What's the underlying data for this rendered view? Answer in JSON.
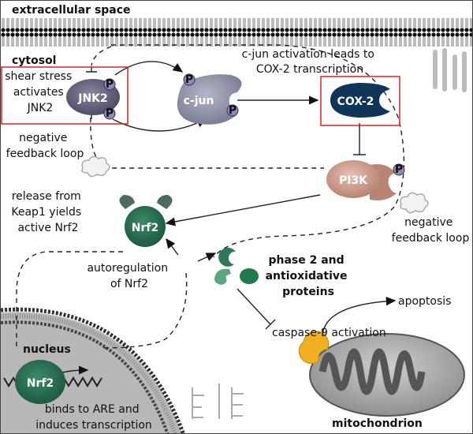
{
  "compartments": {
    "extracellular": "extracellular space",
    "cytosol": "cytosol",
    "nucleus": "nucleus",
    "mitochondrion": "mitochondrion"
  },
  "proteins": {
    "jnk2": "JNK2",
    "cjun": "c-jun",
    "cox2": "COX-2",
    "pi3k": "PI3K",
    "nrf2": "Nrf2",
    "nrf2_nuclear": "Nrf2",
    "phospho": "P"
  },
  "annotations": {
    "shear_stress": [
      "shear stress",
      "activates",
      "JNK2"
    ],
    "cjun_activation": [
      "c-jun activation leads to",
      "COX-2 transcription"
    ],
    "neg_feedback_left": [
      "negative",
      "feedback loop"
    ],
    "neg_feedback_right": [
      "negative",
      "feedback loop"
    ],
    "keap1_release": [
      "release from",
      "Keap1 yields",
      "active Nrf2"
    ],
    "autoregulation": [
      "autoregulation",
      "of Nrf2"
    ],
    "phase2": [
      "phase 2 and",
      "antioxidative",
      "proteins"
    ],
    "apoptosis": "apoptosis",
    "caspase": "caspase-9 activation",
    "binds_are": [
      "binds to ARE and",
      "induces transcription"
    ]
  },
  "colors": {
    "highlight_box": "#e02020",
    "jnk2": "#6e6a85",
    "cjun": "#9a9cb0",
    "cox2": "#0f3558",
    "pi3k": "#d9a898",
    "nrf2": "#2a6e52",
    "phase2_dark": "#2a7a55",
    "phase2_light": "#5ea77e",
    "phospho": "#8c88c0",
    "caspase9": "#f0b020",
    "nucleus_fill": "#b8b8b8",
    "mito_fill": "#b0b0b0"
  }
}
